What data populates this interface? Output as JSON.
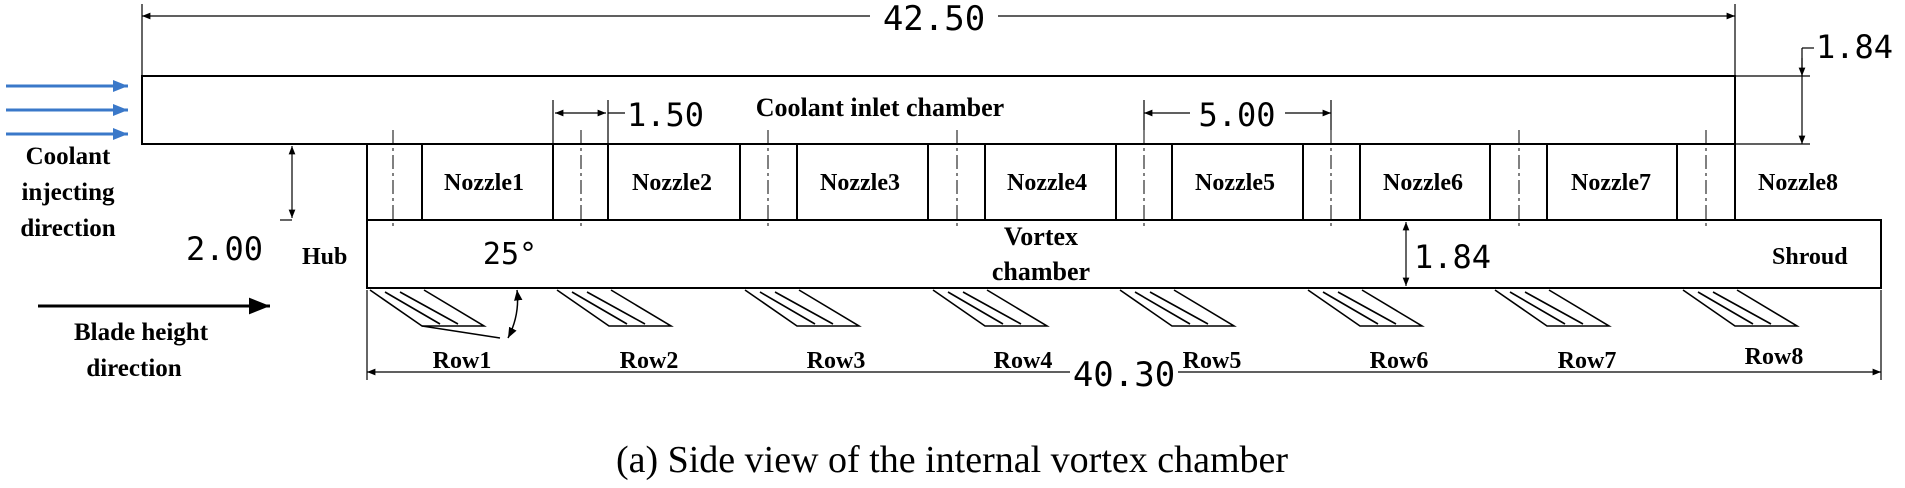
{
  "labels": {
    "coolant_inlet_chamber": "Coolant inlet chamber",
    "vortex_chamber_line1": "Vortex",
    "vortex_chamber_line2": "chamber",
    "hub": "Hub",
    "shroud": "Shroud",
    "coolant_dir_1": "Coolant",
    "coolant_dir_2": "injecting",
    "coolant_dir_3": "direction",
    "blade_dir_1": "Blade height",
    "blade_dir_2": "direction",
    "angle": "25°"
  },
  "nozzles": [
    "Nozzle1",
    "Nozzle2",
    "Nozzle3",
    "Nozzle4",
    "Nozzle5",
    "Nozzle6",
    "Nozzle7",
    "Nozzle8"
  ],
  "rows": [
    "Row1",
    "Row2",
    "Row3",
    "Row4",
    "Row5",
    "Row6",
    "Row7",
    "Row8"
  ],
  "dimensions": {
    "total_top": "42.50",
    "total_bottom": "40.30",
    "inlet_height": "1.84",
    "nozzle_width": "1.50",
    "nozzle_pitch": "5.00",
    "hub_gap": "2.00",
    "vortex_height": "1.84"
  },
  "caption": "(a) Side view of the internal vortex chamber",
  "colors": {
    "arrow_blue": "#3a78c9",
    "line": "#000000"
  }
}
